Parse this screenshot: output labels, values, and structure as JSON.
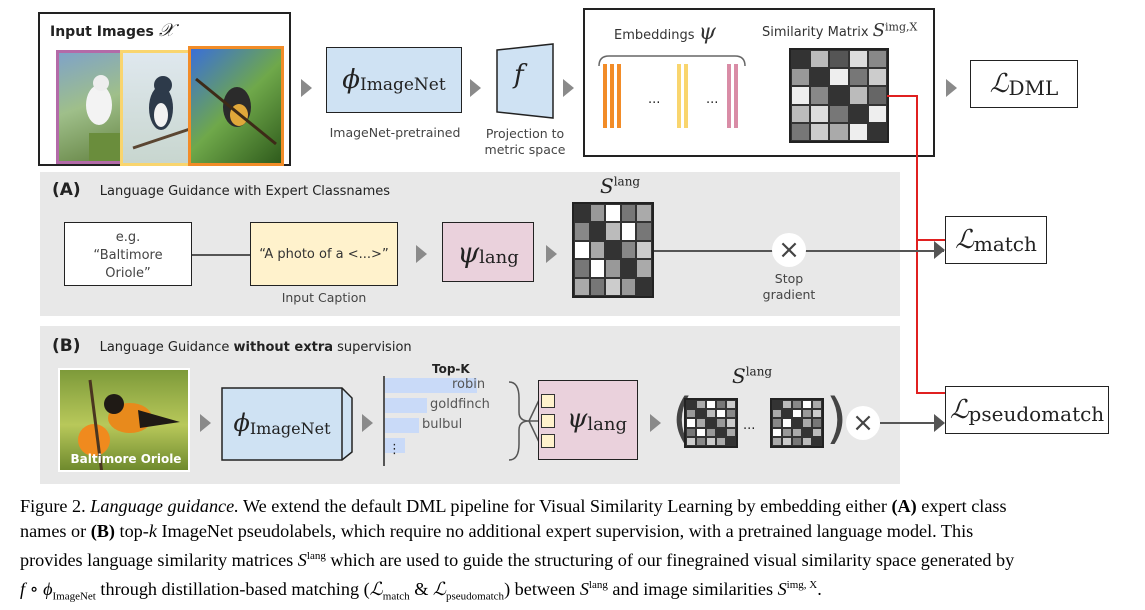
{
  "top": {
    "input_images_label": "Input Images",
    "input_images_symbol": "𝒳",
    "phi_imagenet": "ImageNet",
    "imagenet_pretrained": "ImageNet-pretrained",
    "f_symbol": "f",
    "projection_line1": "Projection to",
    "projection_line2": "metric space",
    "embeddings_label": "Embeddings",
    "embeddings_symbol": "ψ",
    "similarity_matrix_label": "Similarity Matrix",
    "s_img_sup": "img,X",
    "loss_dml_sub": "DML",
    "dots": "...",
    "embedding_colors": [
      "#f28c28",
      "#f9d56e",
      "#d98ca6"
    ]
  },
  "panel_a": {
    "tag": "(A)",
    "title": "Language Guidance with Expert Classnames",
    "example_line1": "e.g.",
    "example_line2": "“Baltimore",
    "example_line3": "Oriole”",
    "caption_template": "“A photo of a <...>”",
    "input_caption_label": "Input Caption",
    "psi_lang_sub": "lang",
    "s_lang_sup": "lang",
    "stop_line1": "Stop",
    "stop_line2": "gradient",
    "loss_match_sub": "match"
  },
  "panel_b": {
    "tag": "(B)",
    "title_prefix": "Language Guidance ",
    "title_bold": "without extra",
    "title_suffix": " supervision",
    "image_label": "Baltimore Oriole",
    "topk_label": "Top-K",
    "topk_items": [
      "robin",
      "goldfinch",
      "bulbul"
    ],
    "topk_more": "⋮",
    "phi_imagenet": "ImageNet",
    "psi_lang_sub": "lang",
    "s_lang_sup": "lang",
    "dots": "...",
    "loss_pseudomatch_sub": "pseudomatch"
  },
  "caption": {
    "line1_a": "Figure 2. ",
    "line1_italic": "Language guidance.",
    "line1_b": " We extend the default DML pipeline for Visual Similarity Learning by embedding either ",
    "line1_bold": "(A)",
    "line1_c": " expert class",
    "line2_a": "names or ",
    "line2_bold": "(B)",
    "line2_b": " top-",
    "line2_k": "k",
    "line2_c": " ImageNet pseudolabels, which require no additional expert supervision, with a pretrained language model.  This",
    "line3_a": "provides language similarity matrices ",
    "line3_sup": "lang",
    "line3_b": " which are used to guide the structuring of our finegrained visual similarity space generated by",
    "line4_a": " ∘ ",
    "line4_sub": "ImageNet",
    "line4_b": " through distillation-based matching (",
    "line4_m1": "match",
    "line4_amp": " & ",
    "line4_m2": "pseudomatch",
    "line4_c": ") between ",
    "line4_sup1": "lang",
    "line4_d": " and image similarities ",
    "line4_sup2": "img, X",
    "line4_e": "."
  },
  "colors": {
    "accent_red": "#e02020",
    "panel_gray": "#e8e8e8",
    "blue_box": "#cfe2f3",
    "pink_box": "#ead1dc",
    "yellow_box": "#fff2cc",
    "bar_blue": "#c9daf8"
  }
}
